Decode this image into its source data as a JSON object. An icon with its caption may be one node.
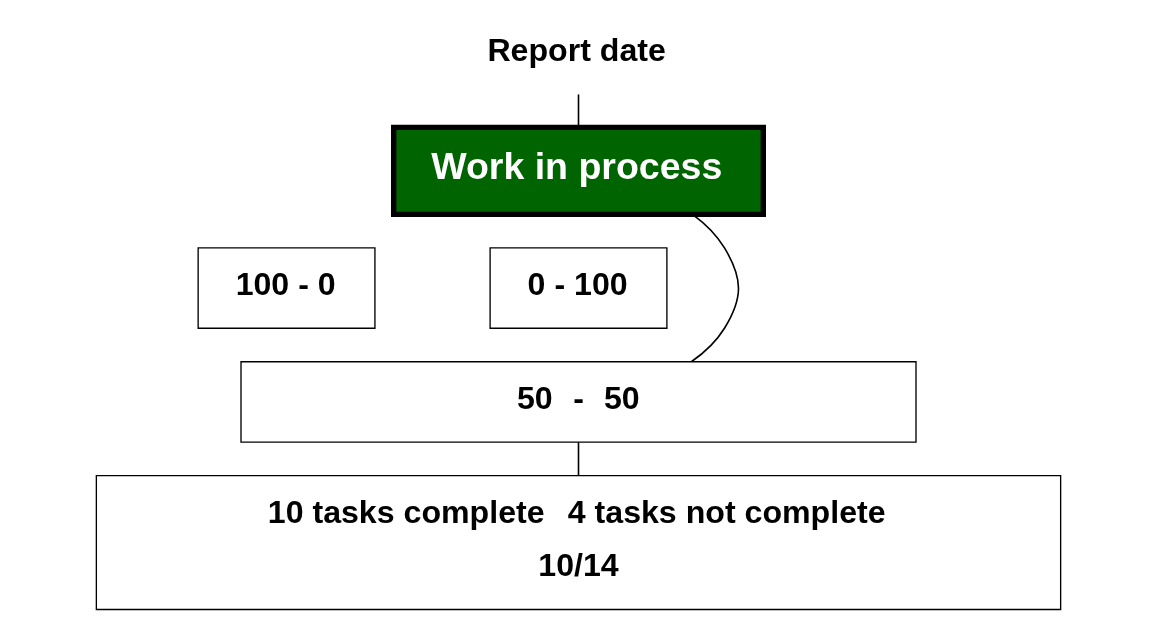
{
  "diagram": {
    "nodes": [
      {
        "text": [
          "Report date"
        ]
      },
      {
        "text": [
          "Work in process"
        ]
      },
      {
        "text": [
          "100 - 0"
        ]
      },
      {
        "text": [
          "0 - 100"
        ]
      },
      {
        "text": [
          "50",
          "-",
          "50"
        ]
      },
      {
        "text": [
          "10 tasks complete",
          "4 tasks not complete",
          "10/14"
        ]
      }
    ],
    "edges": [
      {
        "from": 0,
        "to": 1,
        "arrow": "none"
      },
      {
        "from": 1,
        "to": 4,
        "arrow": "none"
      },
      {
        "from": 4,
        "to": 5,
        "arrow": "none"
      }
    ]
  }
}
